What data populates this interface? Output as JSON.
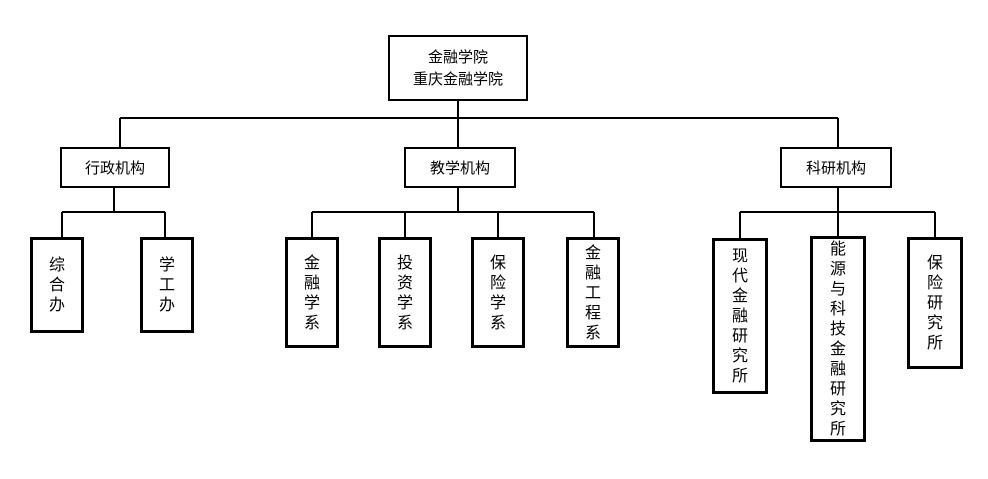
{
  "root": {
    "line1": "金融学院",
    "line2": "重庆金融学院"
  },
  "groups": {
    "admin": {
      "label": "行政机构",
      "children": [
        "综合办",
        "学工办"
      ]
    },
    "teaching": {
      "label": "教学机构",
      "children": [
        "金融学系",
        "投资学系",
        "保险学系",
        "金融工程系"
      ]
    },
    "research": {
      "label": "科研机构",
      "children": [
        "现代金融研究所",
        "能源与科技金融研究所",
        "保险研究所"
      ]
    }
  }
}
